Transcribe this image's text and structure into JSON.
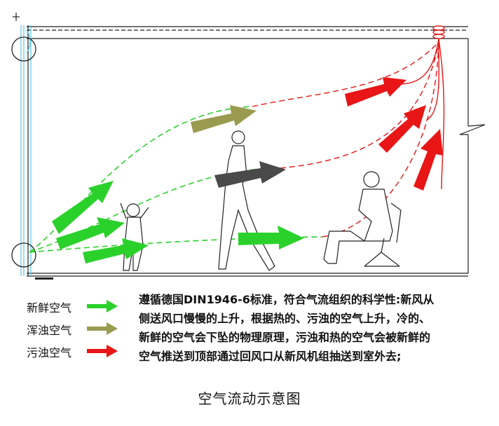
{
  "colors": {
    "fresh": "#2bd12b",
    "turbid": "#9b9b50",
    "polluted": "#e81616",
    "dark": "#4a4a4a",
    "line": "#222222",
    "window": "#58c6ec"
  },
  "legend": [
    {
      "label": "新鲜空气",
      "color_key": "fresh"
    },
    {
      "label": "浑浊空气",
      "color_key": "turbid"
    },
    {
      "label": "污浊空气",
      "color_key": "polluted"
    }
  ],
  "description_lines": [
    "遵循德国DIN1946-6标准，符合气流组织的科学性:新风从",
    "侧送风口慢慢的上升，根据热的、污浊的空气上升，冷的、",
    "新鲜的空气会下坠的物理原理，污浊和热的空气会被新鲜的",
    "空气推送到顶部通过回风口从新风机组抽送到室外去;"
  ],
  "caption": "空气流动示意图"
}
